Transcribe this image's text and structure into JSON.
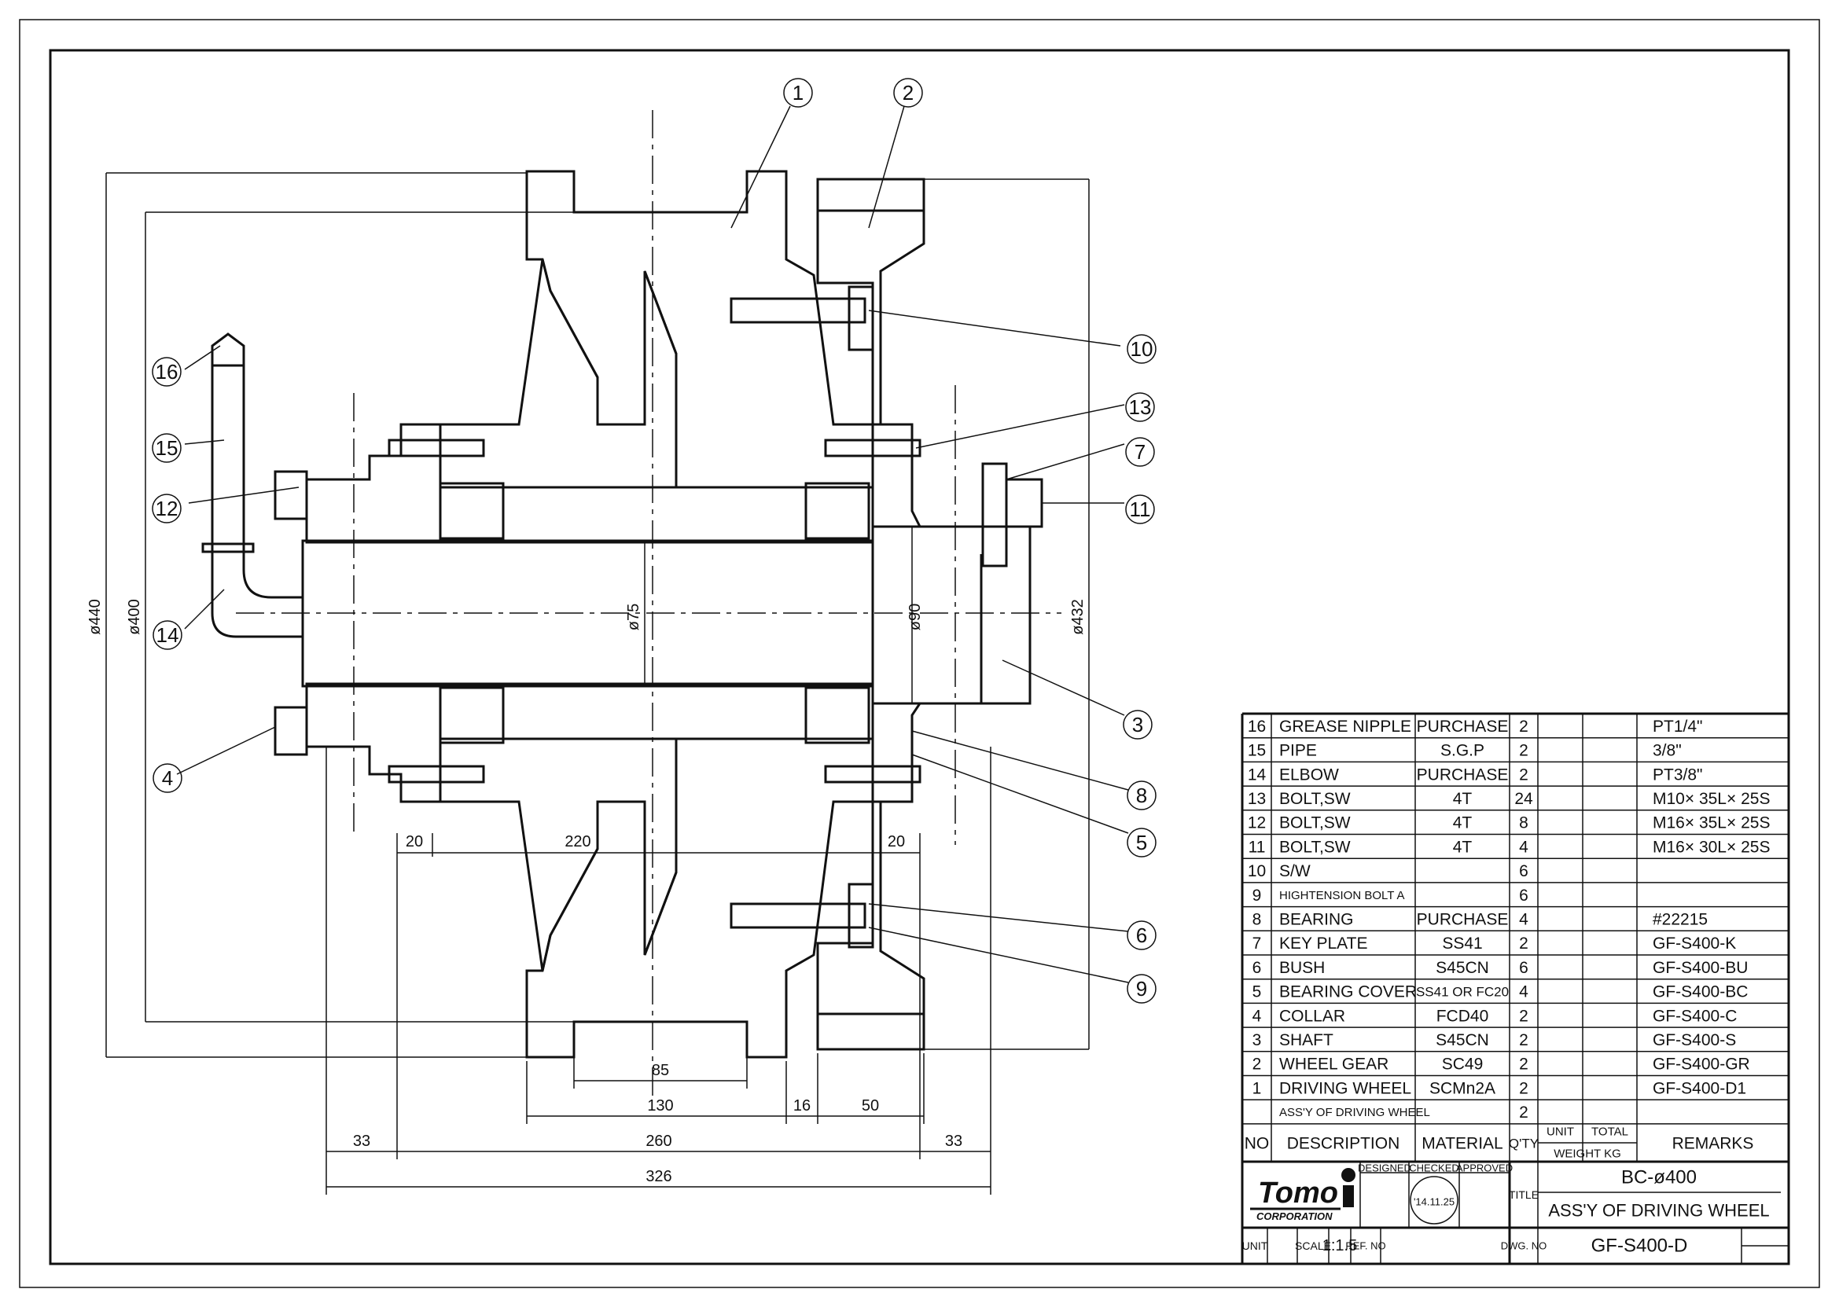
{
  "balloons": [
    "1",
    "2",
    "3",
    "4",
    "5",
    "6",
    "7",
    "8",
    "9",
    "10",
    "11",
    "12",
    "13",
    "14",
    "15",
    "16"
  ],
  "dimensions": {
    "d440": "ø440",
    "d400": "ø400",
    "d75": "ø75",
    "d90": "ø90",
    "d432": "ø432",
    "l20a": "20",
    "l220": "220",
    "l20b": "20",
    "l85": "85",
    "l130": "130",
    "l16": "16",
    "l50": "50",
    "l33a": "33",
    "l260": "260",
    "l33b": "33",
    "l326": "326"
  },
  "parts_list": {
    "rows": [
      {
        "no": "16",
        "description": "GREASE NIPPLE",
        "material": "PURCHASE",
        "qty": "2",
        "remarks": "PT1/4\""
      },
      {
        "no": "15",
        "description": "PIPE",
        "material": "S.G.P",
        "qty": "2",
        "remarks": "3/8\""
      },
      {
        "no": "14",
        "description": "ELBOW",
        "material": "PURCHASE",
        "qty": "2",
        "remarks": "PT3/8\""
      },
      {
        "no": "13",
        "description": "BOLT,SW",
        "material": "4T",
        "qty": "24",
        "remarks": "M10× 35L× 25S"
      },
      {
        "no": "12",
        "description": "BOLT,SW",
        "material": "4T",
        "qty": "8",
        "remarks": "M16× 35L× 25S"
      },
      {
        "no": "11",
        "description": "BOLT,SW",
        "material": "4T",
        "qty": "4",
        "remarks": "M16× 30L× 25S"
      },
      {
        "no": "10",
        "description": "S/W",
        "material": "",
        "qty": "6",
        "remarks": ""
      },
      {
        "no": "9",
        "description": "HIGHTENSION BOLT A",
        "material": "",
        "qty": "6",
        "remarks": ""
      },
      {
        "no": "8",
        "description": "BEARING",
        "material": "PURCHASE",
        "qty": "4",
        "remarks": "#22215"
      },
      {
        "no": "7",
        "description": "KEY PLATE",
        "material": "SS41",
        "qty": "2",
        "remarks": "GF-S400-K"
      },
      {
        "no": "6",
        "description": "BUSH",
        "material": "S45CN",
        "qty": "6",
        "remarks": "GF-S400-BU"
      },
      {
        "no": "5",
        "description": "BEARING COVER",
        "material": "SS41 OR FC20",
        "qty": "4",
        "remarks": "GF-S400-BC"
      },
      {
        "no": "4",
        "description": "COLLAR",
        "material": "FCD40",
        "qty": "2",
        "remarks": "GF-S400-C"
      },
      {
        "no": "3",
        "description": "SHAFT",
        "material": "S45CN",
        "qty": "2",
        "remarks": "GF-S400-S"
      },
      {
        "no": "2",
        "description": "WHEEL GEAR",
        "material": "SC49",
        "qty": "2",
        "remarks": "GF-S400-GR"
      },
      {
        "no": "1",
        "description": "DRIVING WHEEL",
        "material": "SCMn2A",
        "qty": "2",
        "remarks": "GF-S400-D1"
      },
      {
        "no": "",
        "description": "ASS'Y OF DRIVING WHEEL",
        "material": "",
        "qty": "2",
        "remarks": ""
      }
    ],
    "headers": {
      "no": "NO",
      "description": "DESCRIPTION",
      "material": "MATERIAL",
      "qty": "Q'TY",
      "unit": "UNIT",
      "total": "TOTAL",
      "weight": "WEIGHT KG",
      "remarks": "REMARKS"
    }
  },
  "title_block": {
    "logo_text": "Tomo",
    "logo_sub": "CORPORATION",
    "designed": "DESIGNED",
    "checked": "CHECKED",
    "approved": "APPROVED",
    "stamp_date": "'14.11.25",
    "title_label": "TITLE",
    "title_line1": "BC-ø400",
    "title_line2": "ASS'Y OF DRIVING WHEEL",
    "unit_label": "UNIT",
    "scale_label": "SCALE",
    "scale_value": "1:1.5",
    "ref_no_label": "REF. NO",
    "dwg_no_label": "DWG. NO",
    "dwg_no_value": "GF-S400-D"
  }
}
